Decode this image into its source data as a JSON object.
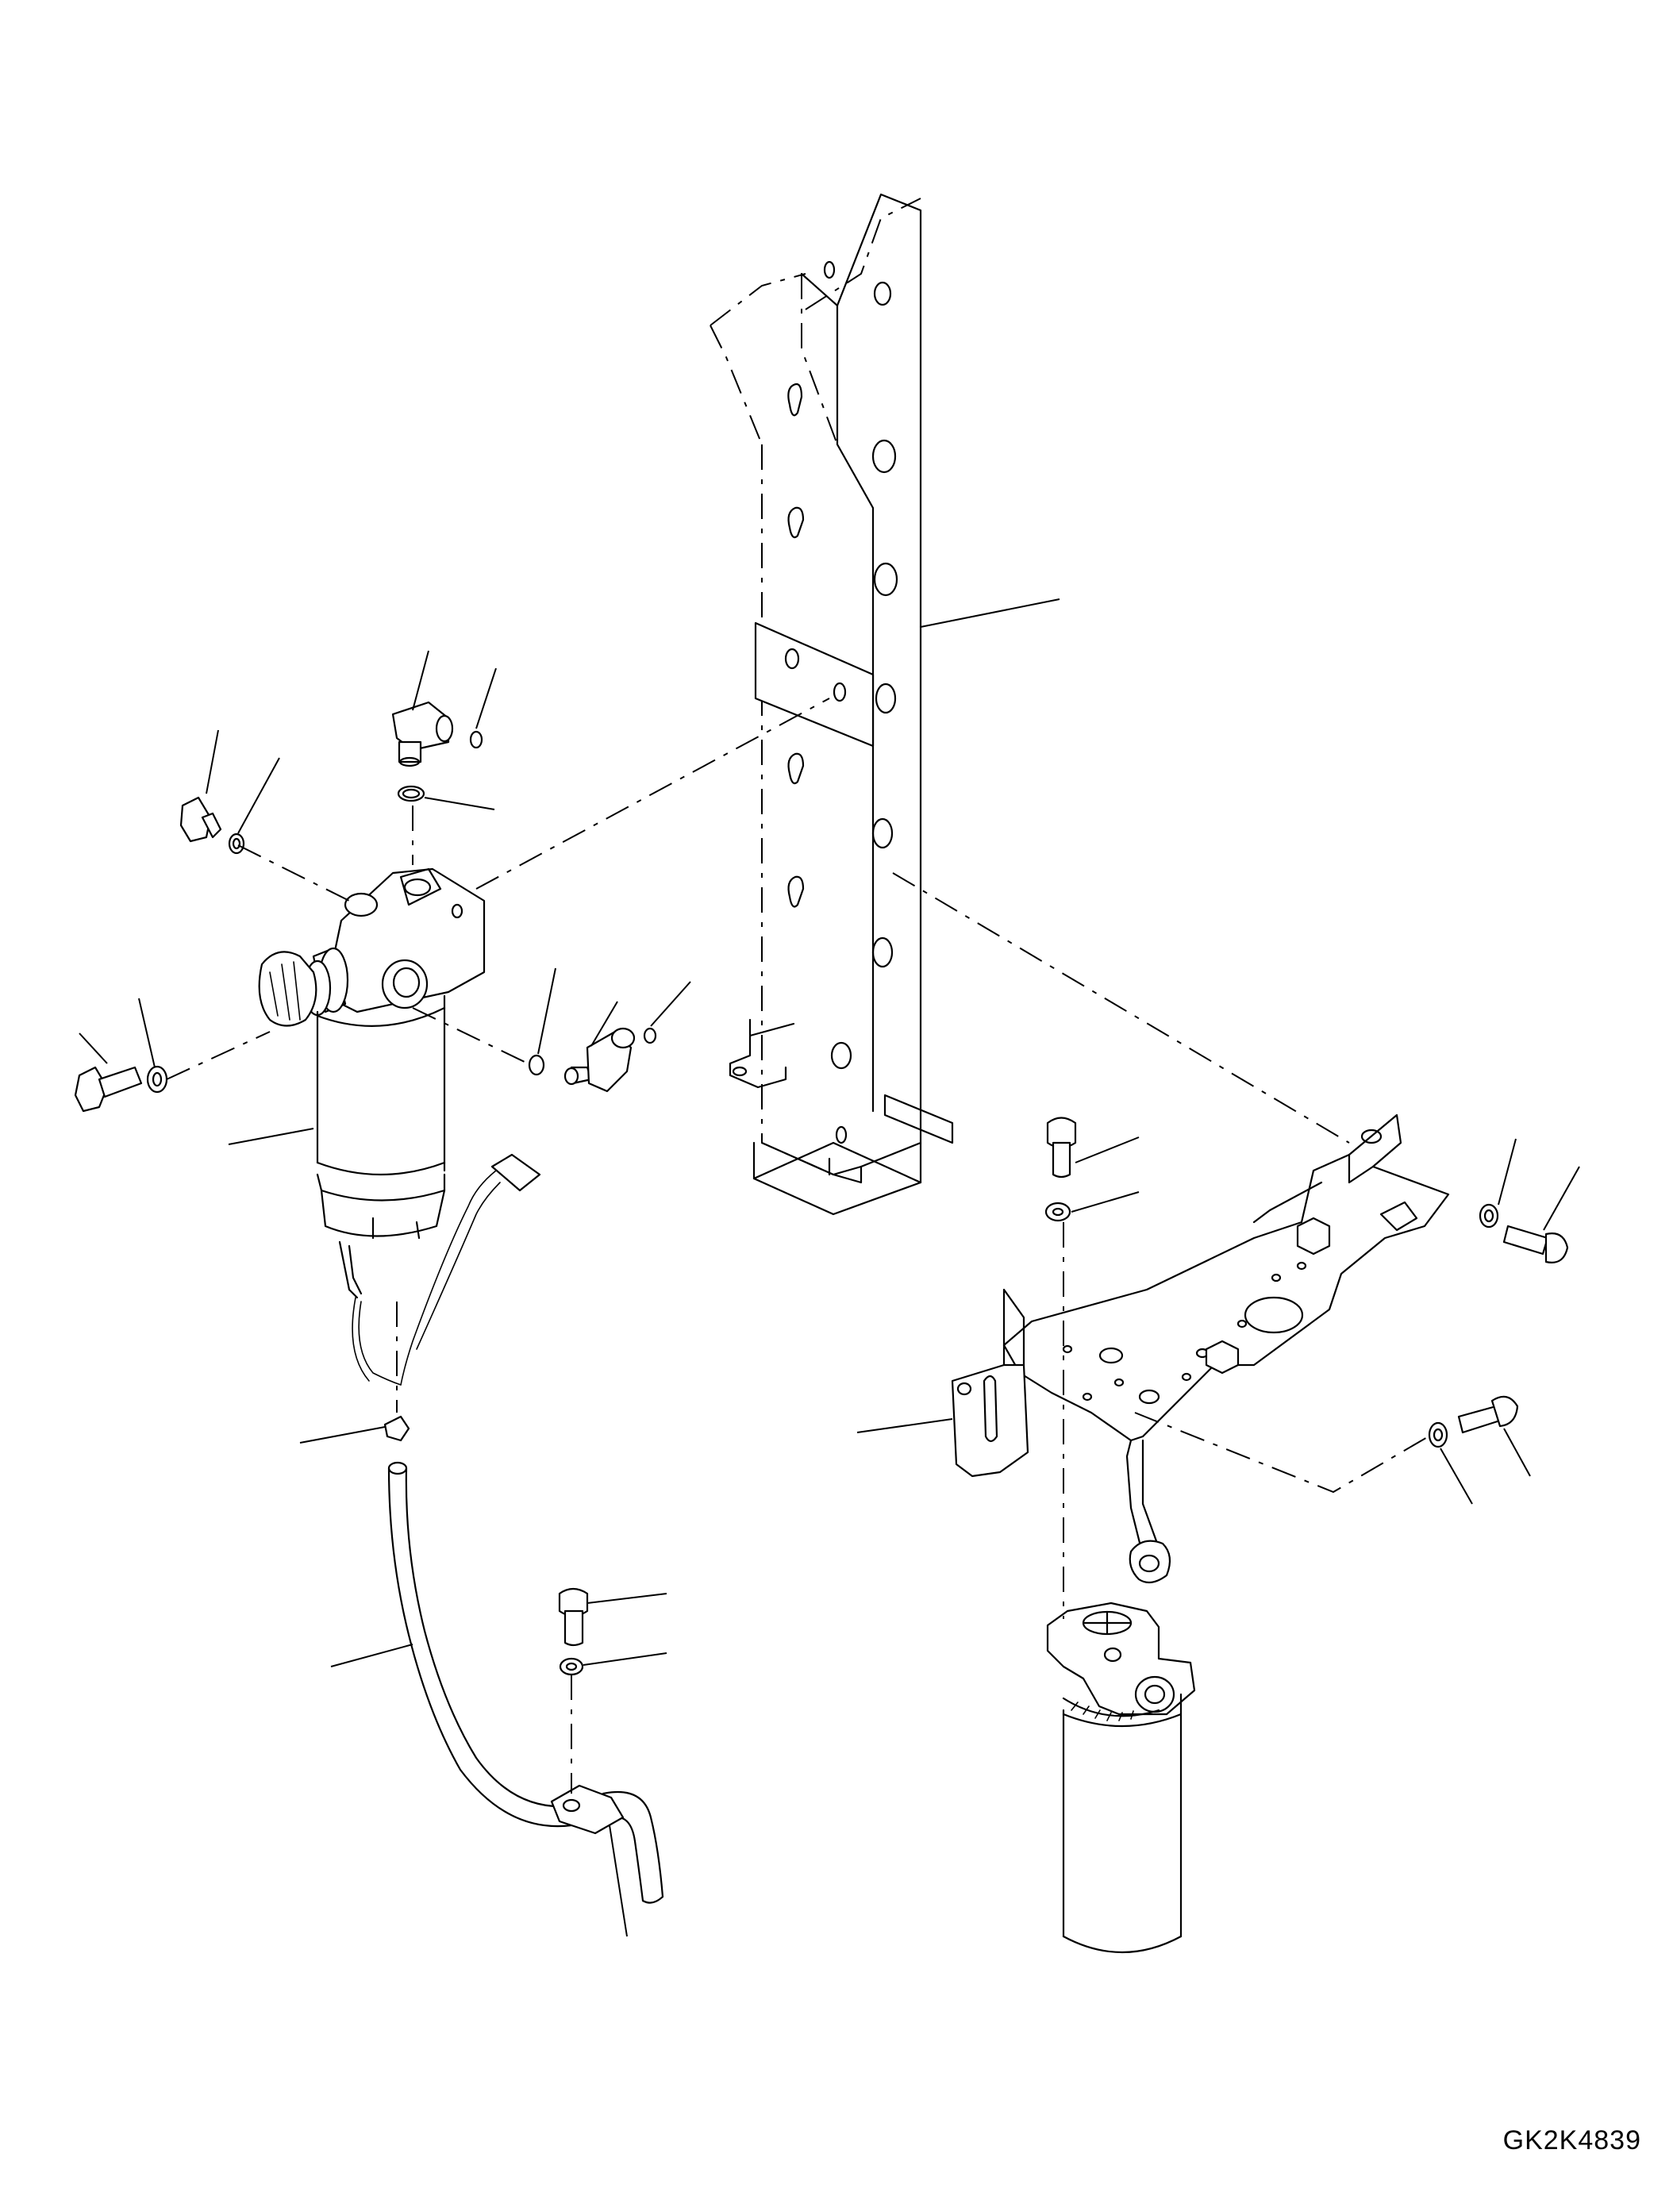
{
  "drawing": {
    "code": "GK2K4839"
  },
  "parts": [
    "vertical-frame-bracket",
    "elbow-fitting-top",
    "o-ring-top-small",
    "o-ring-top",
    "plug",
    "plug-washer",
    "fuel-filter-head",
    "priming-knob",
    "mount-bolt-left",
    "mount-washer-left",
    "o-ring-side",
    "elbow-fitting-side",
    "o-ring-side-small",
    "fuel-filter-bowl",
    "sensor-connector",
    "hose-connector",
    "drain-hose",
    "hose-clamp-bolt",
    "hose-clamp-washer",
    "hose-clamp",
    "mounting-plate",
    "plate-bolt-top",
    "plate-washer-top",
    "plate-bolt-right",
    "plate-washer-right",
    "plate-bolt-lower",
    "plate-washer-lower",
    "side-bracket",
    "oil-filter-head",
    "oil-filter-cartridge"
  ]
}
